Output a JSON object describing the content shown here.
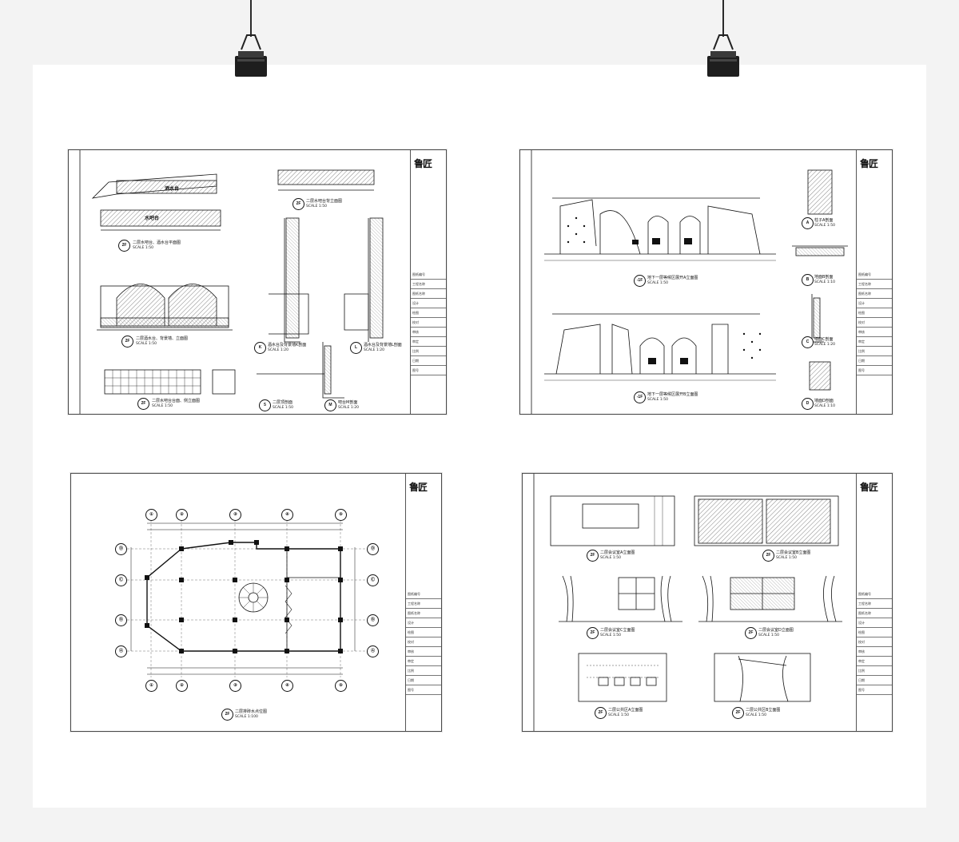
{
  "sheets": [
    {
      "labels": [
        {
          "text": "二层水吧台、酒水台平面图",
          "scale": "SCALE 1:50",
          "tag": "2F"
        },
        {
          "text": "二层酒水台、背景墙、立面图",
          "scale": "SCALE 1:50",
          "tag": "2F"
        },
        {
          "text": "二层水吧台台面、侧立面图",
          "scale": "SCALE 1:50",
          "tag": "2F"
        },
        {
          "text": "二层水吧台背立面图",
          "scale": "SCALE 1:50",
          "tag": "2F"
        },
        {
          "text": "酒水台及背景墙K剖面",
          "scale": "SCALE 1:20",
          "tag": "K"
        },
        {
          "text": "酒水台及背景墙L剖面",
          "scale": "SCALE 1:20",
          "tag": "L"
        },
        {
          "text": "二层顶剖面",
          "scale": "SCALE 1:50",
          "tag": "5"
        },
        {
          "text": "吧台M剖面",
          "scale": "SCALE 1:20",
          "tag": "M"
        }
      ],
      "small": [
        "酒水台",
        "水吧台"
      ]
    },
    {
      "labels": [
        {
          "text": "地下一层等候区展开A立面图",
          "scale": "SCALE 1:50",
          "tag": "-1F"
        },
        {
          "text": "地下一层等候区展开B立面图",
          "scale": "SCALE 1:50",
          "tag": "-1F"
        },
        {
          "text": "柱子A剖面",
          "scale": "SCALE 1:50",
          "tag": "A"
        },
        {
          "text": "地面B剖面",
          "scale": "SCALE 1:10",
          "tag": "B"
        },
        {
          "text": "墙面C剖面",
          "scale": "SCALE 1:20",
          "tag": "C"
        },
        {
          "text": "墙面D剖面",
          "scale": "SCALE 1:10",
          "tag": "D"
        }
      ]
    },
    {
      "labels": [
        {
          "text": "二层排砖水点位图",
          "scale": "SCALE 1:100",
          "tag": "2F"
        }
      ],
      "grid_cols": [
        "①",
        "②",
        "③",
        "④",
        "⑤"
      ],
      "grid_rows": [
        "Ⓓ",
        "Ⓒ",
        "Ⓑ",
        "Ⓐ"
      ]
    },
    {
      "labels": [
        {
          "text": "二层会议室A立面图",
          "scale": "SCALE 1:50",
          "tag": "2F"
        },
        {
          "text": "二层会议室B立面图",
          "scale": "SCALE 1:50",
          "tag": "2F"
        },
        {
          "text": "二层会议室C立面图",
          "scale": "SCALE 1:50",
          "tag": "2F"
        },
        {
          "text": "二层会议室D立面图",
          "scale": "SCALE 1:50",
          "tag": "2F"
        },
        {
          "text": "二层公共区A立面图",
          "scale": "SCALE 1:50",
          "tag": "2F"
        },
        {
          "text": "二层公共区B立面图",
          "scale": "SCALE 1:50",
          "tag": "2F"
        }
      ]
    }
  ],
  "logo_text": "鲁匠",
  "titleblock_cells": [
    "图纸编号",
    "工程名称",
    "图纸名称",
    "设计",
    "绘图",
    "校对",
    "审核",
    "审定",
    "比例",
    "日期",
    "图号"
  ],
  "colors": {
    "background": "#f3f3f3",
    "paper": "#ffffff",
    "ink": "#111111"
  }
}
